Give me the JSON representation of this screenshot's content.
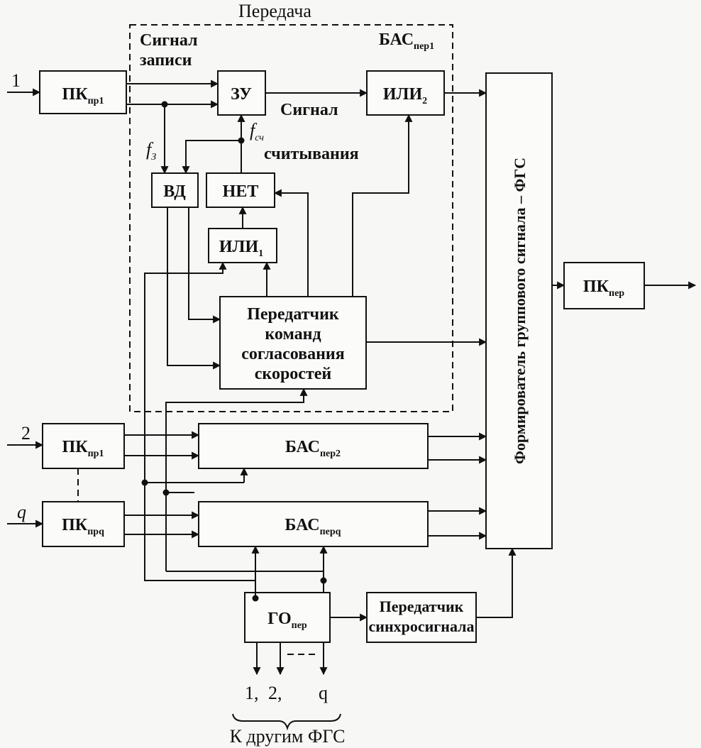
{
  "diagram": {
    "title": "Передача",
    "frame_label": "БАСпер1",
    "write_signal": [
      "Сигнал",
      "записи"
    ],
    "read_signal": [
      "Сигнал",
      "считывания"
    ],
    "f_write": "f",
    "f_write_sub": "З",
    "f_read": "f",
    "f_read_sub": "сч",
    "inputs": {
      "in1": "1",
      "in2": "2",
      "inq": "q"
    },
    "blocks": {
      "pk1": {
        "main": "ПК",
        "sub": "пр1"
      },
      "pk2": {
        "main": "ПК",
        "sub": "пр1"
      },
      "pkq": {
        "main": "ПК",
        "sub": "прq"
      },
      "zu": "ЗУ",
      "or2": {
        "main": "ИЛИ",
        "sub": "2"
      },
      "vd": "ВД",
      "net": "НЕТ",
      "or1": {
        "main": "ИЛИ",
        "sub": "1"
      },
      "cmd_tx": [
        "Передатчик",
        "команд",
        "согласования",
        "скоростей"
      ],
      "bas2": {
        "main": "БАС",
        "sub": "пер2"
      },
      "basq": {
        "main": "БАС",
        "sub": "перq"
      },
      "fgs": "Формирователь группового сигнала – ФГС",
      "pk_out": {
        "main": "ПК",
        "sub": "пер"
      },
      "go": {
        "main": "ГО",
        "sub": "пер"
      },
      "sync_tx": [
        "Передатчик",
        "синхросигнала"
      ]
    },
    "outputs": [
      "1,",
      "2,",
      "q"
    ],
    "footer": "К другим ФГС"
  }
}
